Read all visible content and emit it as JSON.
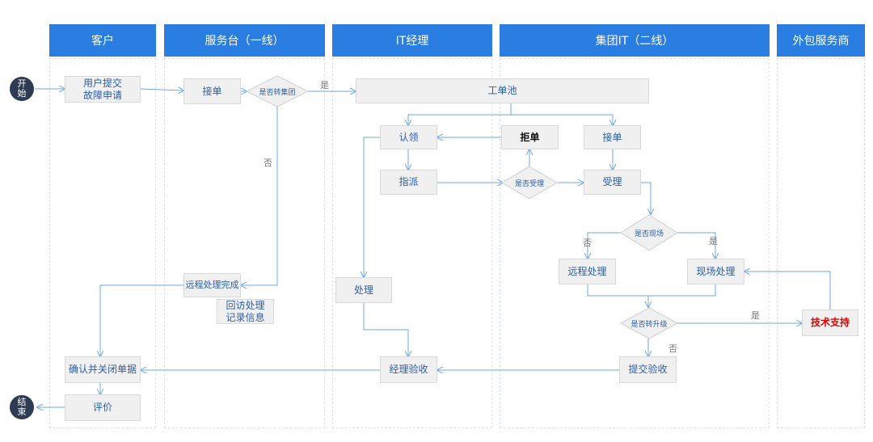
{
  "lanes": {
    "customer": "客户",
    "service_desk": "服务台（一线）",
    "it_manager": "IT经理",
    "group_it": "集团IT（二线）",
    "vendor": "外包服务商"
  },
  "nodes": {
    "start": "开\n始",
    "end": "结\n束",
    "submit_request": "用户提交\n故障申请",
    "accept_ticket_desk": "接单",
    "to_group_decision": "是否转集团",
    "ticket_pool": "工单池",
    "claim": "认领",
    "reject": "拒单",
    "accept_ticket_group": "接单",
    "assign": "指派",
    "accept_decision": "是否受理",
    "handle_group": "受理",
    "onsite_decision": "是否现场",
    "remote_handle_group": "远程处理",
    "onsite_handle": "现场处理",
    "escalate_decision": "是否转升级",
    "tech_support": "技术支持",
    "submit_acceptance": "提交验收",
    "manager_acceptance": "经理验收",
    "manager_handle": "处理",
    "remote_done": "远程处理完成",
    "revisit_record": "回访处理\n记录信息",
    "confirm_close": "确认并关闭单据",
    "evaluate": "评价"
  },
  "edge_labels": {
    "yes_to_group": "是",
    "no_to_group": "否",
    "no_onsite": "否",
    "yes_onsite": "是",
    "yes_escalate": "是",
    "no_escalate": "否"
  },
  "colors": {
    "header": "#2a7de1",
    "arrow": "#6fa8dc",
    "circle": "#2f3b52",
    "box_text": "#2a5ea8",
    "emphasis_red": "#e00000"
  }
}
